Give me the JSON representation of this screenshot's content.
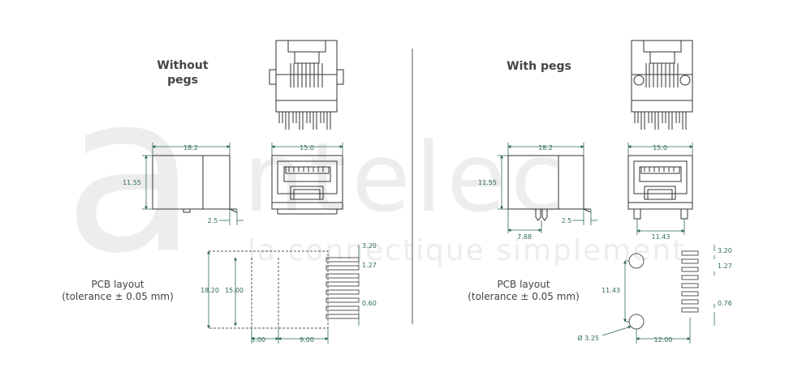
{
  "watermark": {
    "letter": "a",
    "brand": "ntelec",
    "tagline": "la connectique simplement"
  },
  "left": {
    "title_line1": "Without",
    "title_line2": "pegs",
    "pcb_line1": "PCB layout",
    "pcb_line2": "(tolerance ± 0.05 mm)",
    "dims": {
      "side_width": "18.2",
      "side_height": "11.55",
      "side_offset": "2.5",
      "front_width": "15.0",
      "pcb_pitch_top": "3.20",
      "pcb_pitch": "1.27",
      "pcb_pad_width": "0.60",
      "pcb_total": "18.20",
      "pcb_inner": "15.00",
      "pcb_left_offset": "3.00",
      "pcb_right_offset": "9.00"
    }
  },
  "right": {
    "title": "With pegs",
    "pcb_line1": "PCB layout",
    "pcb_line2": "(tolerance ± 0.05 mm)",
    "dims": {
      "side_width": "18.2",
      "side_height": "11.55",
      "side_offset": "2.5",
      "peg_offset": "7.88",
      "front_width": "15.0",
      "peg_spacing": "11.43",
      "pcb_pitch_top": "3.20",
      "pcb_pitch": "1.27",
      "pcb_pad_width": "0.76",
      "pcb_hole_spacing": "11.43",
      "pcb_hole_diameter": "Ø 3.25",
      "pcb_hole_offset": "12.00"
    }
  }
}
